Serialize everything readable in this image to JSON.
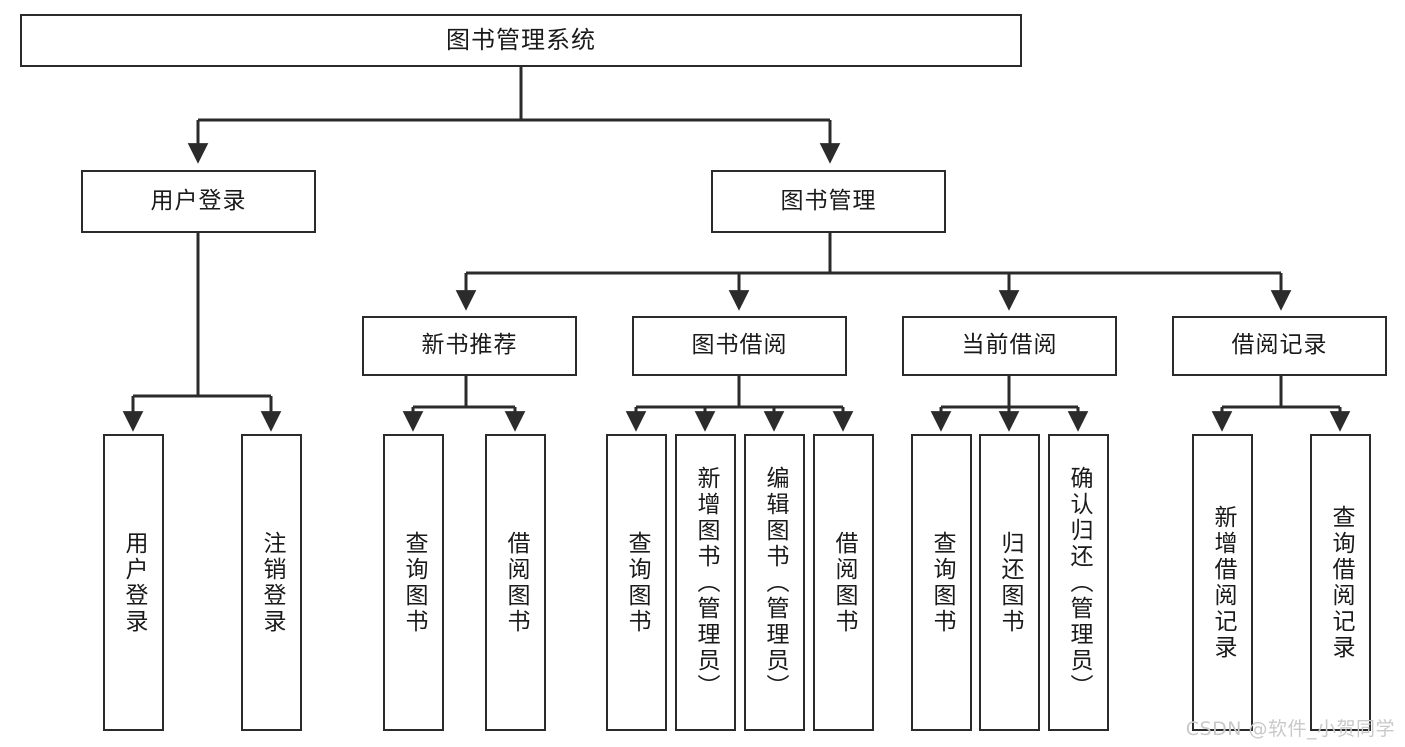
{
  "diagram": {
    "title": "图书管理系统",
    "type": "function-structure-tree",
    "orientation": "top-down",
    "line_color": "#2b2b2b",
    "box_fill": "#ffffff",
    "text_color": "#1a1a1a"
  },
  "watermark": {
    "text": "CSDN @软件_小贺同学",
    "color": "#c9c9c9"
  },
  "nodes": {
    "root": {
      "label": "图书管理系统"
    },
    "level2": [
      {
        "label": "用户登录"
      },
      {
        "label": "图书管理"
      }
    ],
    "level3": [
      {
        "label": "新书推荐"
      },
      {
        "label": "图书借阅"
      },
      {
        "label": "当前借阅"
      },
      {
        "label": "借阅记录"
      }
    ],
    "leaves": {
      "user_login": [
        {
          "label": "用户登录"
        },
        {
          "label": "注销登录"
        }
      ],
      "new_book": [
        {
          "label": "查询图书"
        },
        {
          "label": "借阅图书"
        }
      ],
      "borrow_book": [
        {
          "label": "查询图书"
        },
        {
          "label": "新增图书（管理员）"
        },
        {
          "label": "编辑图书（管理员）"
        },
        {
          "label": "借阅图书"
        }
      ],
      "current_borrow": [
        {
          "label": "查询图书"
        },
        {
          "label": "归还图书"
        },
        {
          "label": "确认归还（管理员）"
        }
      ],
      "borrow_record": [
        {
          "label": "新增借阅记录"
        },
        {
          "label": "查询借阅记录"
        }
      ]
    }
  }
}
